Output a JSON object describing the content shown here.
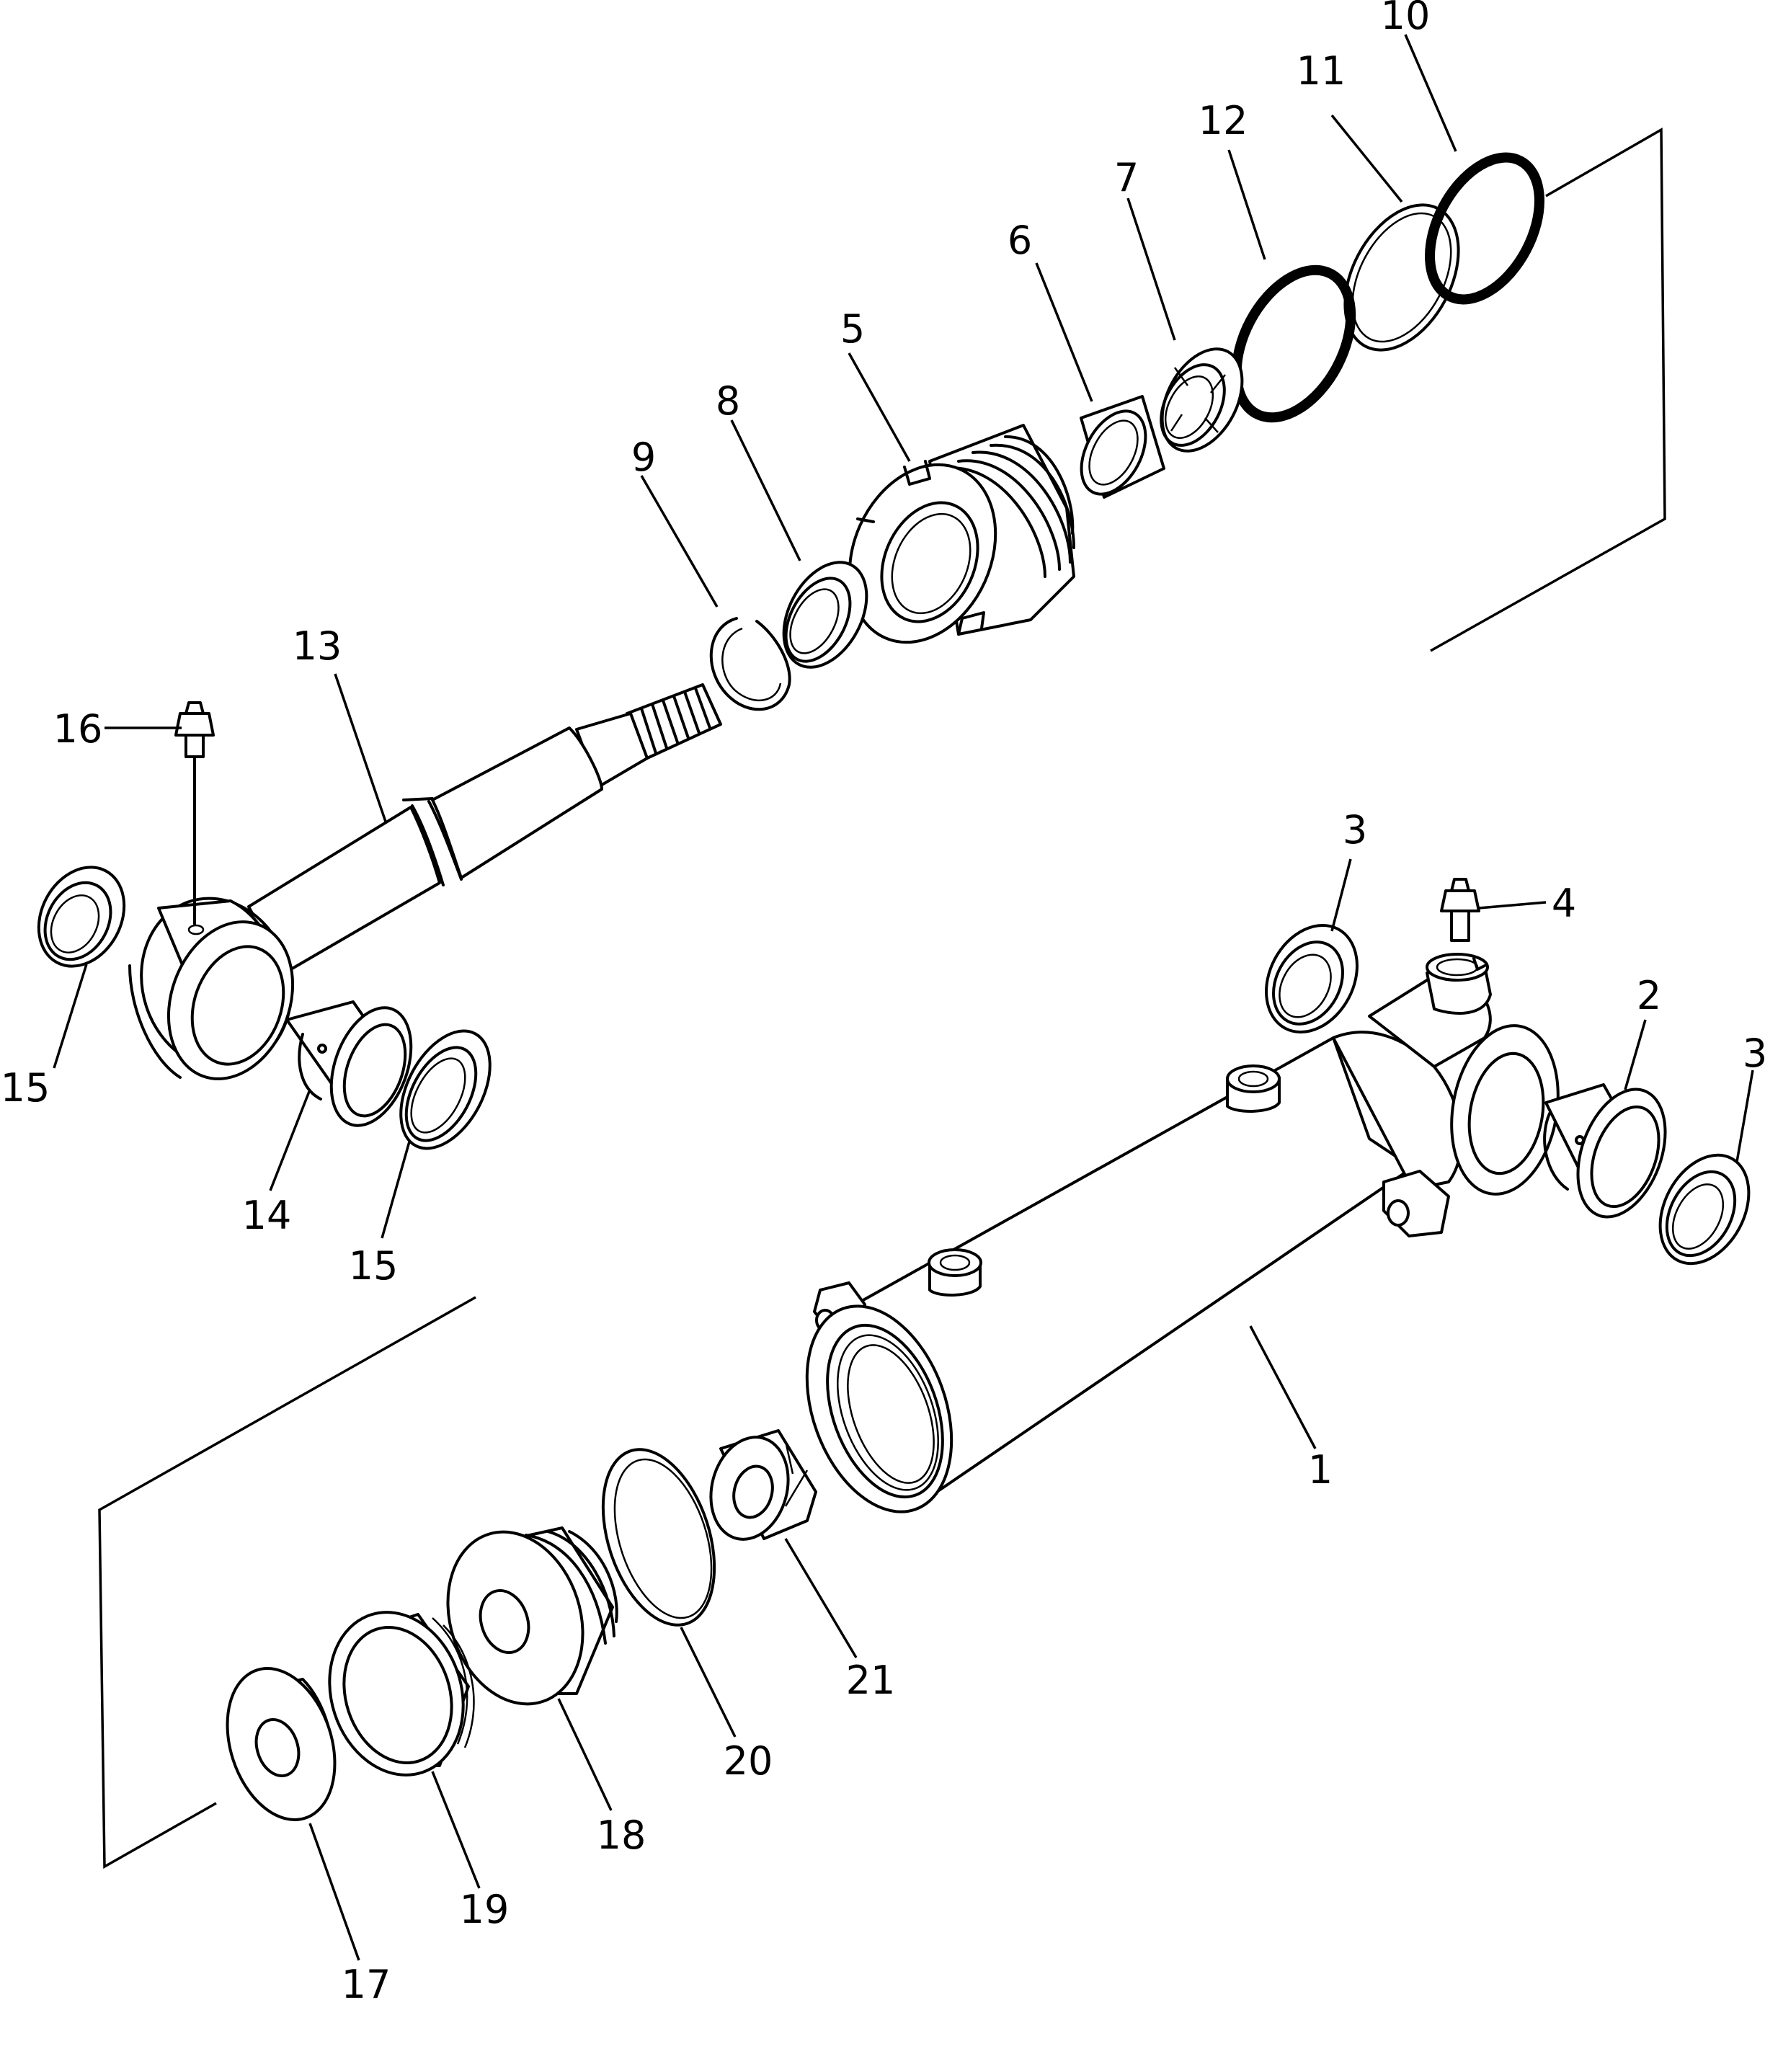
{
  "labels": {
    "l1": "1",
    "l2": "2",
    "l3a": "3",
    "l3b": "3",
    "l4": "4",
    "l5": "5",
    "l6": "6",
    "l7": "7",
    "l8": "8",
    "l9": "9",
    "l10": "10",
    "l11": "11",
    "l12": "12",
    "l13": "13",
    "l14": "14",
    "l15a": "15",
    "l15b": "15",
    "l16": "16",
    "l17": "17",
    "l18": "18",
    "l19": "19",
    "l20": "20",
    "l21": "21"
  }
}
